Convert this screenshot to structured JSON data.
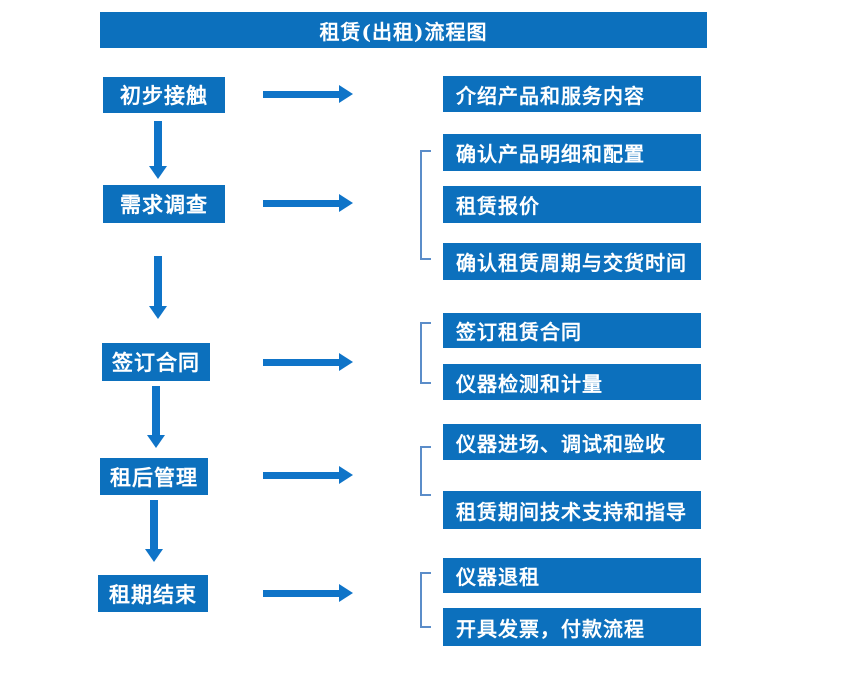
{
  "title": "租赁(出租)流程图",
  "colors": {
    "box_blue": "#0c70bd",
    "arrow_blue": "#0f74c8",
    "bracket_blue": "#5b8dc9",
    "text_white": "#ffffff",
    "background": "#ffffff"
  },
  "steps": [
    {
      "label": "初步接触",
      "outputs": [
        "介绍产品和服务内容"
      ]
    },
    {
      "label": "需求调查",
      "outputs": [
        "确认产品明细和配置",
        "租赁报价",
        "确认租赁周期与交货时间"
      ]
    },
    {
      "label": "签订合同",
      "outputs": [
        "签订租赁合同",
        "仪器检测和计量"
      ]
    },
    {
      "label": "租后管理",
      "outputs": [
        "仪器进场、调试和验收",
        "租赁期间技术支持和指导"
      ]
    },
    {
      "label": "租期结束",
      "outputs": [
        "仪器退租",
        "开具发票，付款流程"
      ]
    }
  ]
}
